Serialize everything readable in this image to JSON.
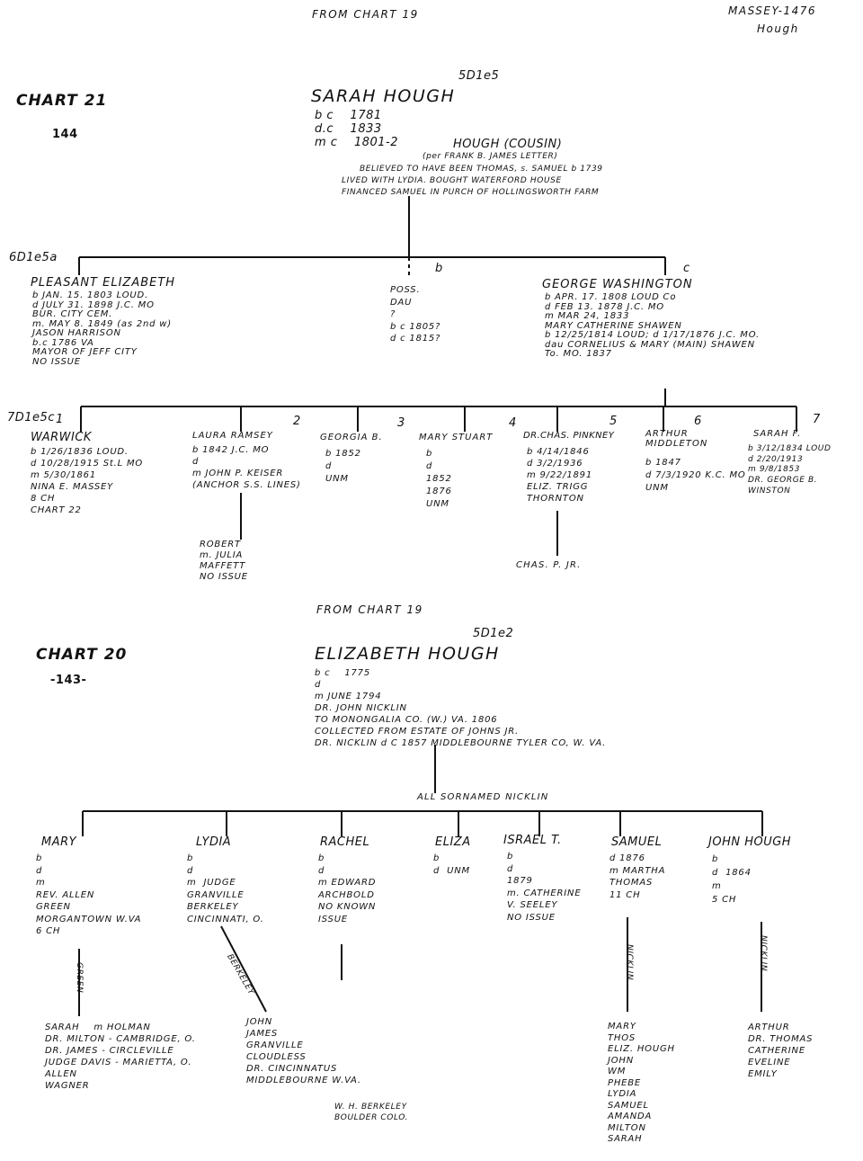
{
  "header": {
    "from_chart_top": "FROM CHART 19",
    "corner_line1": "MASSEY-1476",
    "corner_line2": "Hough"
  },
  "chart21": {
    "label": "CHART 21",
    "number": "144",
    "code": "5D1e5",
    "name": "SARAH HOUGH",
    "born": "b c    1781",
    "died": "d.c    1833",
    "married": "m c    1801-2",
    "spouse": "HOUGH (COUSIN)",
    "notes": [
      "(per FRANK B. JAMES LETTER)",
      "BELIEVED TO HAVE BEEN THOMAS, s. SAMUEL b 1739",
      "LIVED WITH LYDIA. BOUGHT WATERFORD HOUSE",
      "FINANCED SAMUEL IN PURCH OF HOLLINGSWORTH FARM"
    ],
    "children": [
      {
        "code": "6D1e5a",
        "name": "PLEASANT ELIZABETH",
        "lines": [
          "b JAN. 15. 1803 LOUD.",
          "d JULY 31. 1898 J.C. MO",
          "BUR. CITY CEM.",
          "m. MAY 8. 1849 (as 2nd w)",
          "JASON HARRISON",
          "b.c 1786 VA",
          "MAYOR OF JEFF CITY",
          "NO ISSUE"
        ]
      },
      {
        "letter": "b",
        "lines": [
          "POSS.",
          "DAU",
          "?",
          "b c 1805?",
          "d c 1815?"
        ]
      },
      {
        "letter": "c",
        "name": "GEORGE WASHINGTON",
        "lines": [
          "b APR. 17. 1808 LOUD Co",
          "d FEB 13. 1878 J.C. MO",
          "m MAR 24, 1833",
          "MARY CATHERINE SHAWEN",
          "b 12/25/1814 LOUD; d 1/17/1876 J.C. MO.",
          "dau CORNELIUS & MARY (MAIN) SHAWEN",
          "To. MO. 1837"
        ]
      }
    ],
    "grandchildren_code": "7D1e5c",
    "grandchildren": [
      {
        "num": "1",
        "name": "WARWICK",
        "lines": [
          "b 1/26/1836 LOUD.",
          "d 10/28/1915 St.L MO",
          "m 5/30/1861",
          "NINA E. MASSEY",
          "8 CH",
          "CHART 22"
        ]
      },
      {
        "num": "2",
        "name": "LAURA RAMSEY",
        "lines": [
          "b 1842 J.C. MO",
          "d",
          "m JOHN P. KEISER",
          "(ANCHOR S.S. LINES)"
        ],
        "child": [
          "ROBERT",
          "m. JULIA",
          "MAFFETT",
          "NO ISSUE"
        ]
      },
      {
        "num": "3",
        "name": "GEORGIA B.",
        "lines": [
          "b 1852",
          "d",
          "UNM"
        ]
      },
      {
        "num": "4",
        "name": "MARY STUART",
        "lines": [
          "b",
          "d",
          "1852",
          "1876",
          "UNM"
        ]
      },
      {
        "num": "5",
        "name": "DR.CHAS. PINKNEY",
        "lines": [
          "b 4/14/1846",
          "d 3/2/1936",
          "m 9/22/1891",
          "ELIZ. TRIGG",
          "THORNTON"
        ],
        "child": [
          "CHAS. P. JR."
        ]
      },
      {
        "num": "6",
        "name": "ARTHUR MIDDLETON",
        "lines": [
          "b 1847",
          "d 7/3/1920 K.C. MO",
          "UNM"
        ]
      },
      {
        "num": "7",
        "name": "SARAH F.",
        "lines": [
          "b 3/12/1834 LOUD",
          "d 2/20/1913",
          "m 9/8/1853",
          "DR. GEORGE B.",
          "WINSTON"
        ]
      }
    ]
  },
  "chart20": {
    "from_chart": "FROM CHART 19",
    "label": "CHART 20",
    "number": "-143-",
    "code": "5D1e2",
    "name": "ELIZABETH HOUGH",
    "lines": [
      "b c    1775",
      "d",
      "m JUNE 1794",
      "DR. JOHN NICKLIN",
      "TO MONONGALIA CO. (W.) VA. 1806",
      "COLLECTED FROM ESTATE OF JOHNS JR.",
      "DR. NICKLIN d C 1857 MIDDLEBOURNE TYLER CO, W. VA."
    ],
    "all_sornamed": "ALL SORNAMED NICKLIN",
    "children": [
      {
        "name": "MARY",
        "lines": [
          "b",
          "d",
          "m",
          "REV. ALLEN",
          "GREEN",
          "MORGANTOWN W.VA",
          "6 CH"
        ],
        "branch": "GREEN",
        "desc": [
          "SARAH    m HOLMAN",
          "DR. MILTON - CAMBRIDGE, O.",
          "DR. JAMES - CIRCLEVILLE",
          "JUDGE DAVIS - MARIETTA, O.",
          "ALLEN",
          "WAGNER"
        ]
      },
      {
        "name": "LYDIA",
        "lines": [
          "b",
          "d",
          "m  JUDGE",
          "GRANVILLE",
          "BERKELEY",
          "CINCINNATI, O."
        ],
        "branch": "BERKELEY",
        "desc": [
          "JOHN",
          "JAMES",
          "GRANVILLE",
          "CLOUDLESS",
          "DR. CINCINNATUS",
          "MIDDLEBOURNE W.VA."
        ],
        "footnote": [
          "W. H. BERKELEY",
          "BOULDER COLO."
        ]
      },
      {
        "name": "RACHEL",
        "lines": [
          "b",
          "d",
          "m EDWARD",
          "ARCHBOLD",
          "NO KNOWN",
          "ISSUE"
        ]
      },
      {
        "name": "ELIZA",
        "lines": [
          "b",
          "d  UNM"
        ]
      },
      {
        "name": "ISRAEL T.",
        "lines": [
          "b",
          "d",
          "1879",
          "m. CATHERINE",
          "V. SEELEY",
          "NO ISSUE"
        ]
      },
      {
        "name": "SAMUEL",
        "lines": [
          "d 1876",
          "m MARTHA",
          "THOMAS",
          "11 CH"
        ],
        "branch": "NICKLIN",
        "desc": [
          "MARY",
          "THOS",
          "ELIZ. HOUGH",
          "JOHN",
          "WM",
          "PHEBE",
          "LYDIA",
          "SAMUEL",
          "AMANDA",
          "MILTON",
          "SARAH"
        ]
      },
      {
        "name": "JOHN HOUGH",
        "lines": [
          "b",
          "d  1864",
          "m",
          "5 CH"
        ],
        "branch": "NICKLIN",
        "desc": [
          "ARTHUR",
          "DR. THOMAS",
          "CATHERINE",
          "EVELINE",
          "EMILY"
        ]
      }
    ]
  }
}
